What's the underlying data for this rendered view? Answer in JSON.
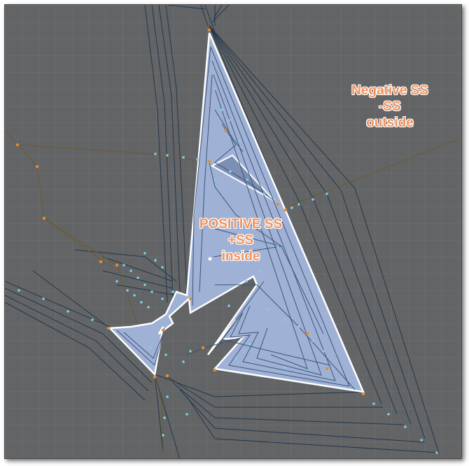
{
  "labels": {
    "negative": [
      "Negative SS",
      "-SS",
      "outside"
    ],
    "positive": [
      "POSITIVE SS",
      "+SS",
      "inside"
    ]
  },
  "colors": {
    "background": "#626466",
    "grid": "#707274",
    "shape_fill": "#9fb2d6",
    "shape_outline": "#ffffff",
    "offset_lines": "#22384c",
    "skeleton_lines": "#6b5c2c",
    "vertex_orange": "#e88a2c",
    "vertex_blue": "#7fd0e6",
    "label_text": "#f2925e"
  }
}
